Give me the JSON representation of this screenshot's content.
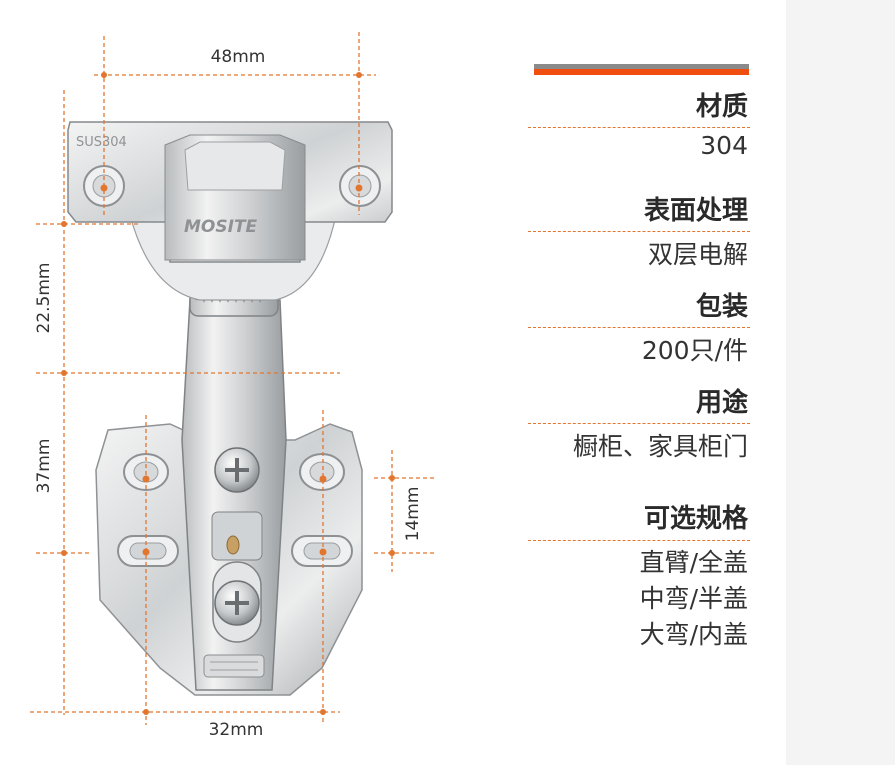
{
  "colors": {
    "accent": "#f04e10",
    "dim_line": "#e2762f",
    "text": "#333333"
  },
  "dimensions": {
    "width_top": "48mm",
    "height_upper": "22.5mm",
    "height_lower": "37mm",
    "slot_spacing": "14mm",
    "width_bottom": "32mm"
  },
  "hinge_text": {
    "material_stamp": "SUS304",
    "brand_stamp": "MOSITE"
  },
  "specs": [
    {
      "heading": "材质",
      "values": [
        "304"
      ]
    },
    {
      "heading": "表面处理",
      "values": [
        "双层电解"
      ]
    },
    {
      "heading": "包装",
      "values": [
        "200只/件"
      ]
    },
    {
      "heading": "用途",
      "values": [
        "橱柜、家具柜门"
      ]
    },
    {
      "heading": "可选规格",
      "values": [
        "直臂/全盖",
        "中弯/半盖",
        "大弯/内盖"
      ]
    }
  ]
}
